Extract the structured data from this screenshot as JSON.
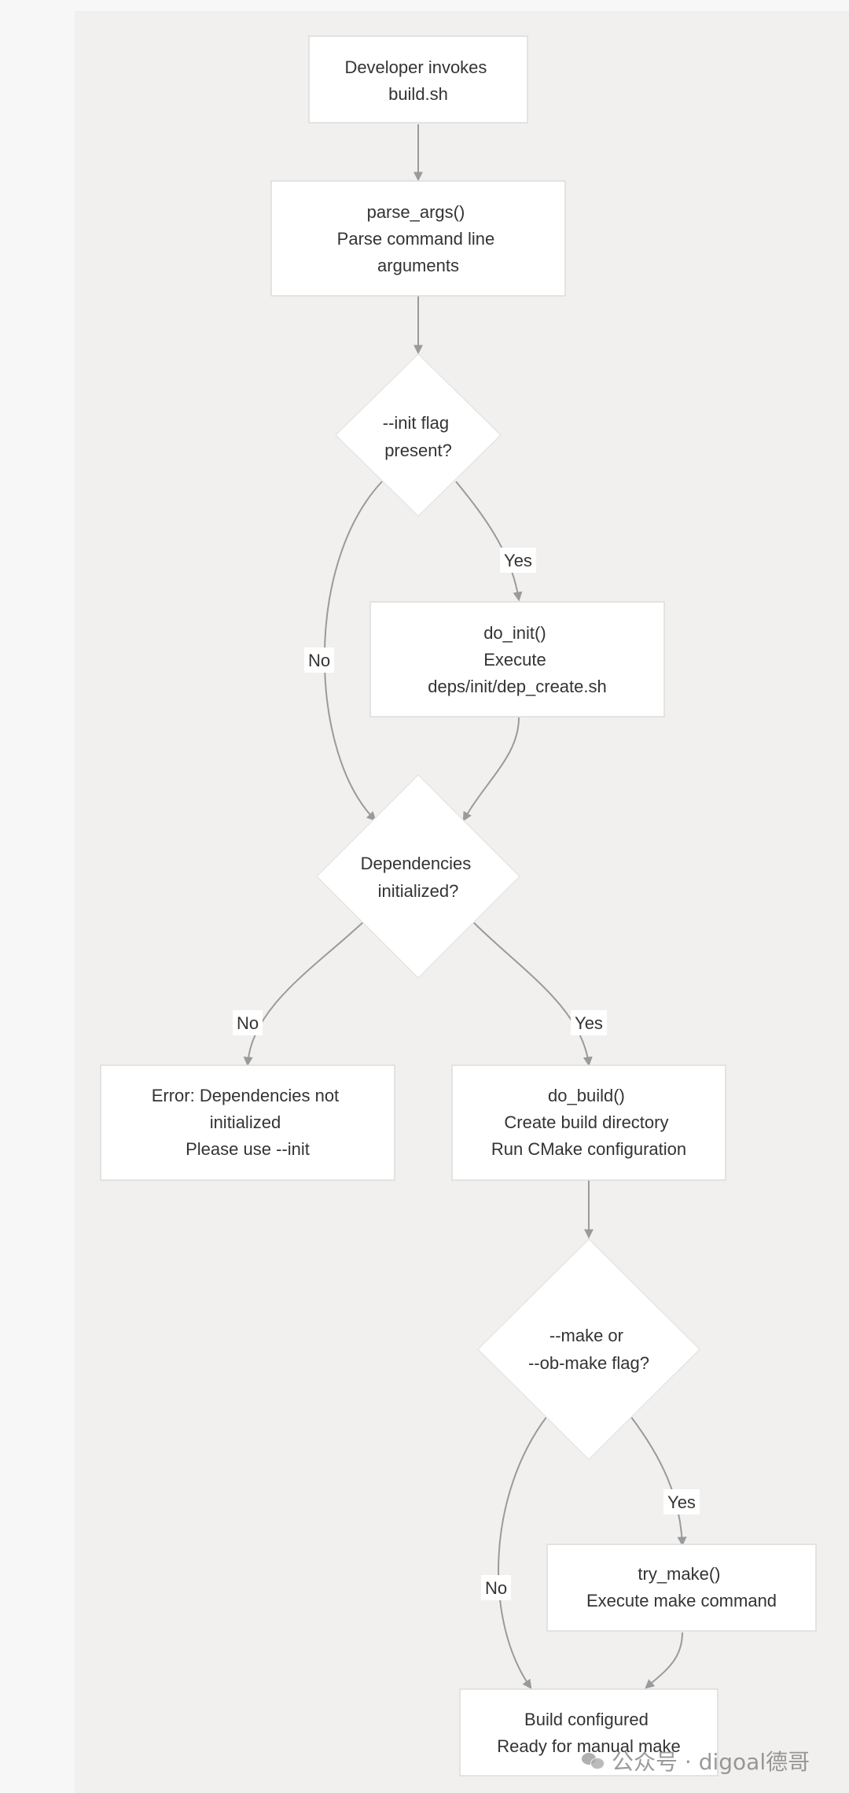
{
  "nodes": {
    "start": [
      "Developer invokes",
      "build.sh"
    ],
    "parse_args": [
      "parse_args()",
      "Parse command line",
      "arguments"
    ],
    "init_flag": [
      "--init flag",
      "present?"
    ],
    "do_init": [
      "do_init()",
      "Execute",
      "deps/init/dep_create.sh"
    ],
    "deps_initialized": [
      "Dependencies",
      "initialized?"
    ],
    "error": [
      "Error: Dependencies not",
      "initialized",
      "Please use --init"
    ],
    "do_build": [
      "do_build()",
      "Create build directory",
      "Run CMake configuration"
    ],
    "make_flag": [
      "--make or",
      "--ob-make flag?"
    ],
    "try_make": [
      "try_make()",
      "Execute make command"
    ],
    "configured": [
      "Build configured",
      "Ready for manual make"
    ]
  },
  "edges": {
    "init_yes": "Yes",
    "init_no": "No",
    "deps_no": "No",
    "deps_yes": "Yes",
    "make_yes": "Yes",
    "make_no": "No"
  },
  "watermark": {
    "text": "公众号 · digoal德哥",
    "icon": "wechat-icon"
  }
}
